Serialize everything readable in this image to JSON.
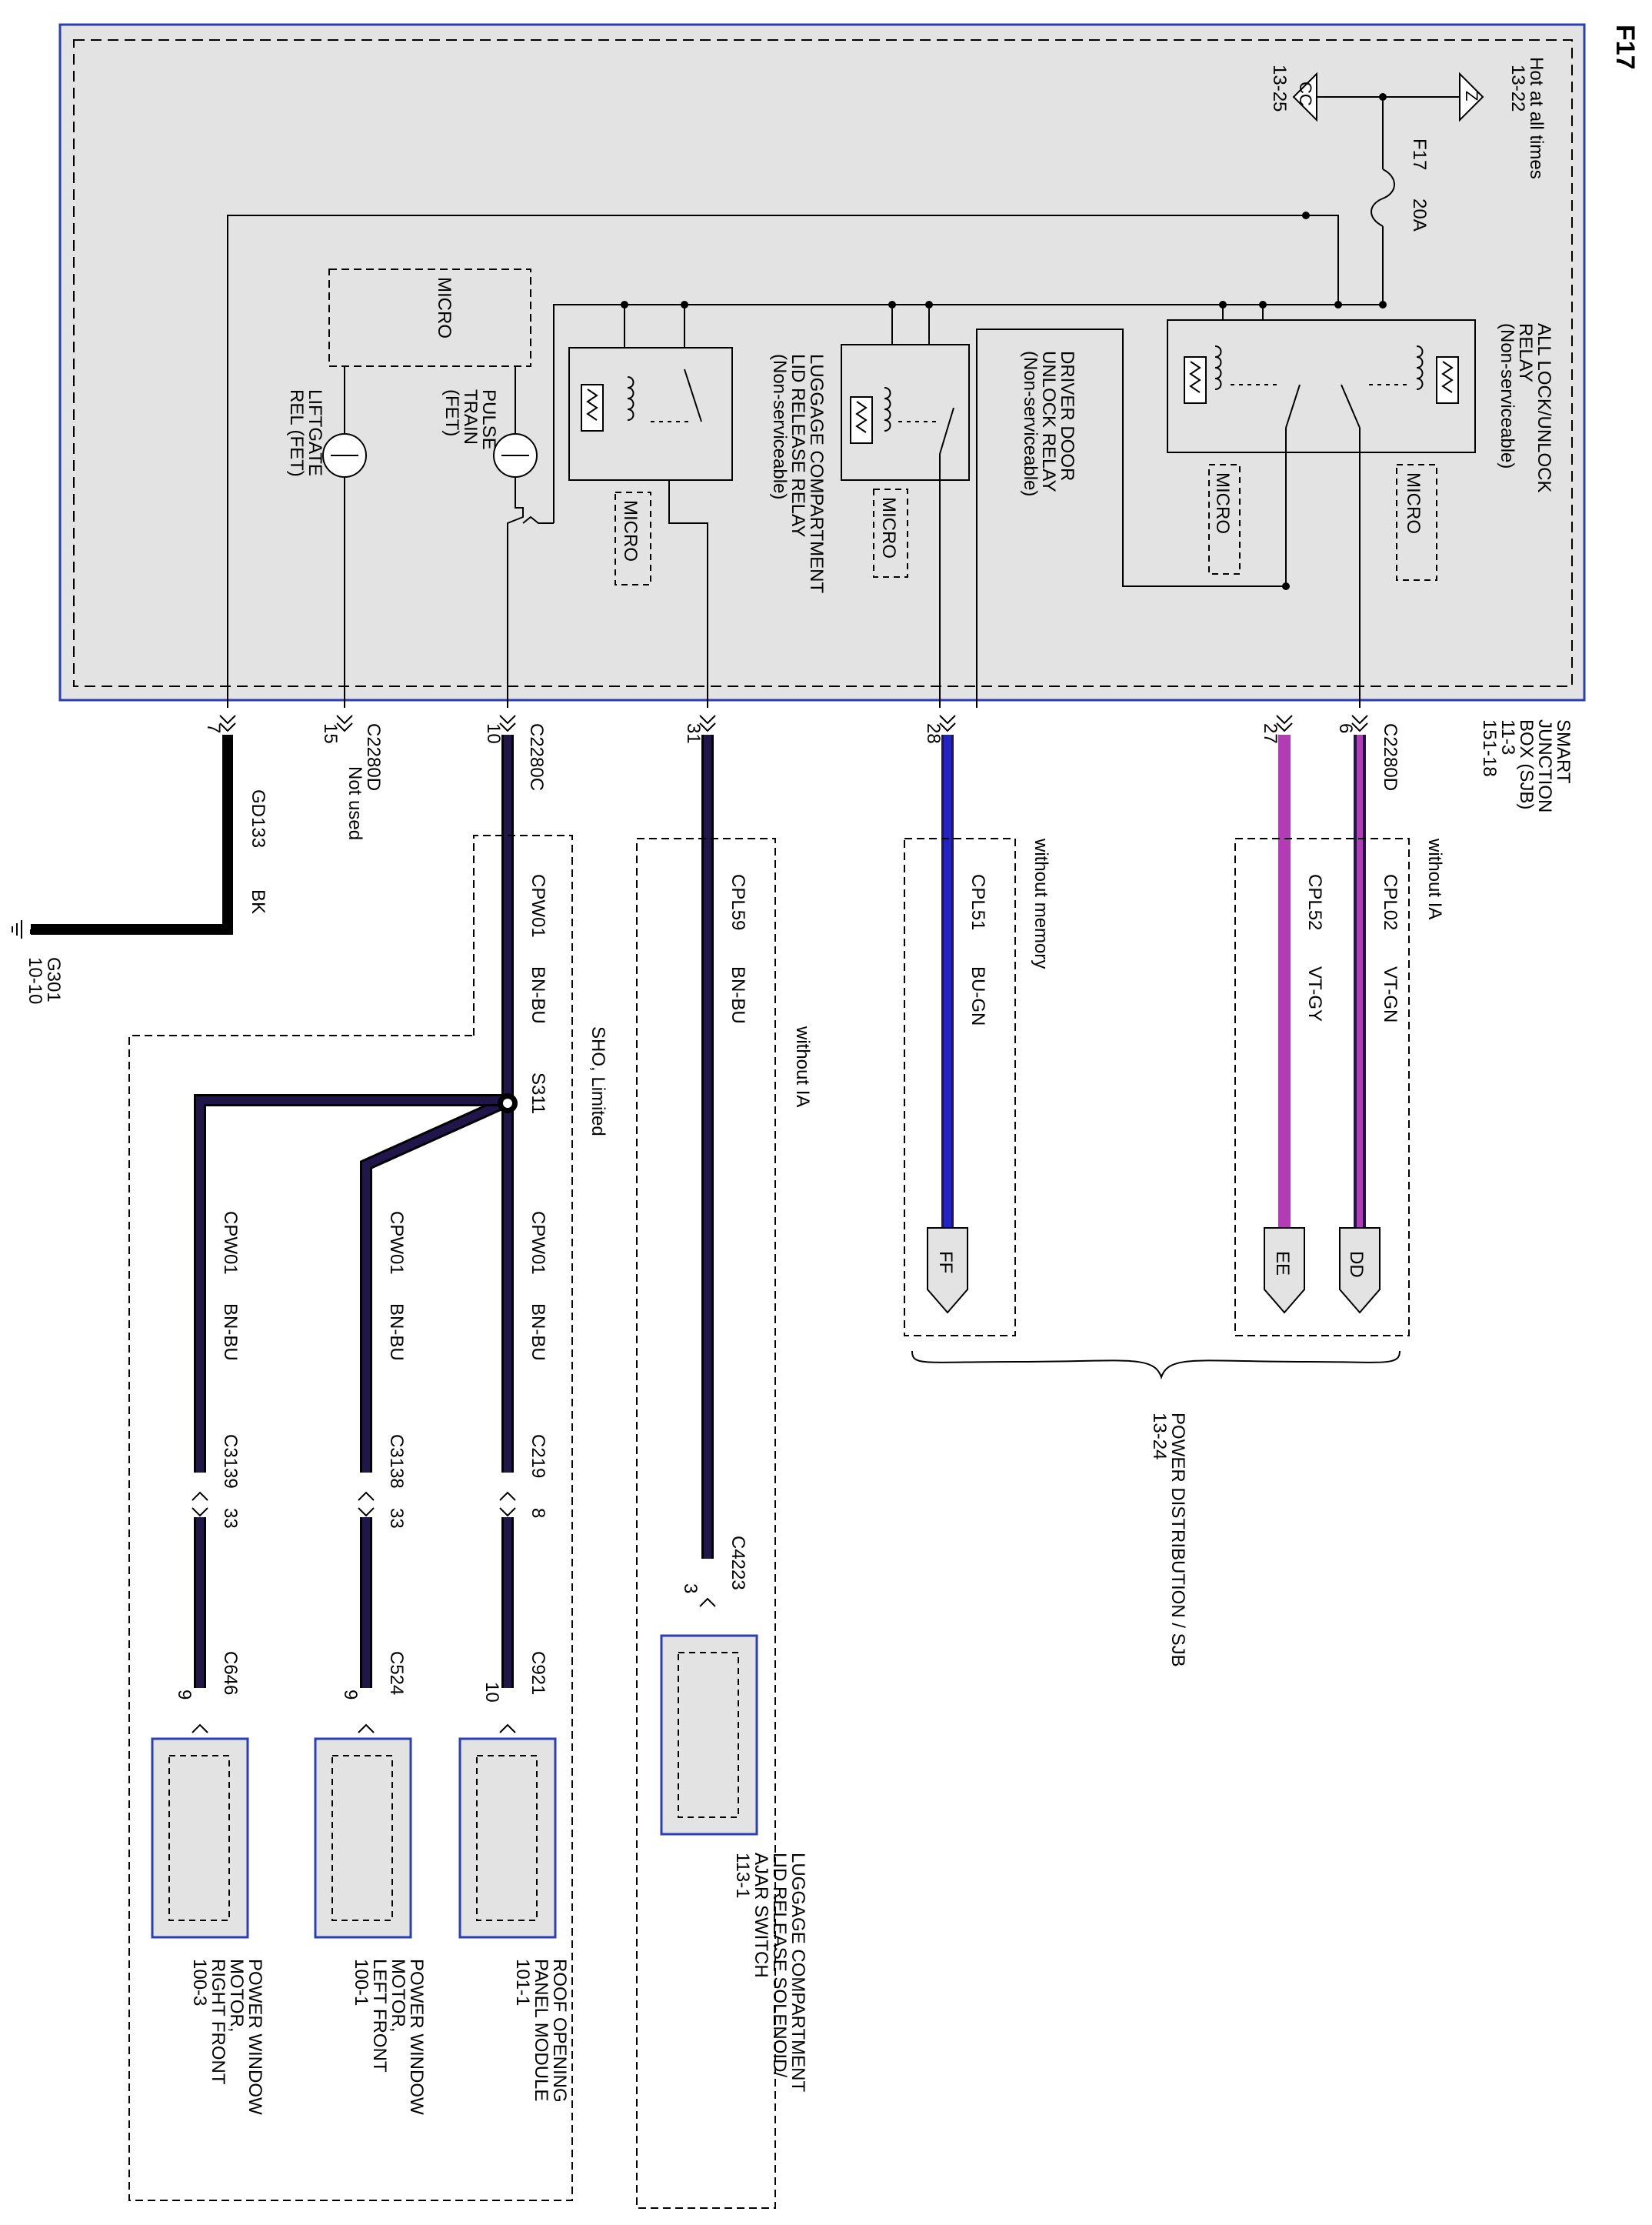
{
  "page_id": "F17",
  "sjb": {
    "name_lines": [
      "SMART",
      "JUNCTION",
      "BOX (SJB)",
      "11-3",
      "151-18"
    ]
  },
  "hot_at_all_times": [
    "Hot at all times",
    "13-22"
  ],
  "cc_ref": "13-25",
  "flags": {
    "z": "Z",
    "cc": "CC"
  },
  "fuse": {
    "id": "F17",
    "rating": "20A"
  },
  "relays": {
    "all_lock": [
      "ALL LOCK/UNLOCK",
      "RELAY",
      "(Non-serviceable)"
    ],
    "driver_door": [
      "DRIVER DOOR",
      "UNLOCK RELAY",
      "(Non-serviceable)"
    ],
    "luggage": [
      "LUGGAGE COMPARTMENT",
      "LID RELEASE RELAY",
      "(Non-serviceable)"
    ]
  },
  "micro": "MICRO",
  "pulse_train": [
    "PULSE",
    "TRAIN",
    "(FET)"
  ],
  "liftgate": [
    "LIFTGATE",
    "REL (FET)"
  ],
  "connectors": {
    "c2280d": "C2280D",
    "c2280c": "C2280C",
    "not_used": "Not used"
  },
  "pins": {
    "p6": "6",
    "p27": "27",
    "p28": "28",
    "p31": "31",
    "p10": "10",
    "p15": "15",
    "p7": "7"
  },
  "wires": {
    "cpl02": "CPL02",
    "vtgn": "VT-GN",
    "cpl52": "CPL52",
    "vtgy": "VT-GY",
    "cpl51": "CPL51",
    "bugn": "BU-GN",
    "cpl59": "CPL59",
    "bnbu": "BN-BU",
    "cpw01": "CPW01",
    "gd133": "GD133",
    "bk": "BK"
  },
  "ground": {
    "id": "G301",
    "ref": "10-10"
  },
  "conditions": {
    "without_ia": "without IA",
    "without_memory": "without memory",
    "sho_limited": "SHO, Limited"
  },
  "splice": "S311",
  "terminals": {
    "dd": "DD",
    "ee": "EE",
    "ff": "FF"
  },
  "power_dist": [
    "POWER DISTRIBUTION / SJB",
    "13-24"
  ],
  "inline": {
    "c219": "C219",
    "c219_pin": "8",
    "c3138": "C3138",
    "c3138_pin": "33",
    "c3139": "C3139",
    "c3139_pin": "33",
    "c4223": "C4223",
    "c4223_pin": "3"
  },
  "comp_conn": {
    "c921": "C921",
    "c921_pin": "10",
    "c524": "C524",
    "c524_pin": "9",
    "c646": "C646",
    "c646_pin": "9"
  },
  "components": {
    "luggage_sw": [
      "LUGGAGE COMPARTMENT",
      "LID RELEASE SOLENOID/",
      "AJAR SWITCH",
      "113-1"
    ],
    "roof": [
      "ROOF OPENING",
      "PANEL MODULE",
      "101-1"
    ],
    "pw_left": [
      "POWER WINDOW",
      "MOTOR,",
      "LEFT FRONT",
      "100-1"
    ],
    "pw_right": [
      "POWER WINDOW",
      "MOTOR,",
      "RIGHT FRONT",
      "100-3"
    ]
  },
  "colors": {
    "frame_blue": "#2b3fb0",
    "box_gray": "#e3e3e3",
    "violet": "#b23cb5",
    "blue": "#1f23c8",
    "navy": "#20164a",
    "black": "#000000"
  }
}
